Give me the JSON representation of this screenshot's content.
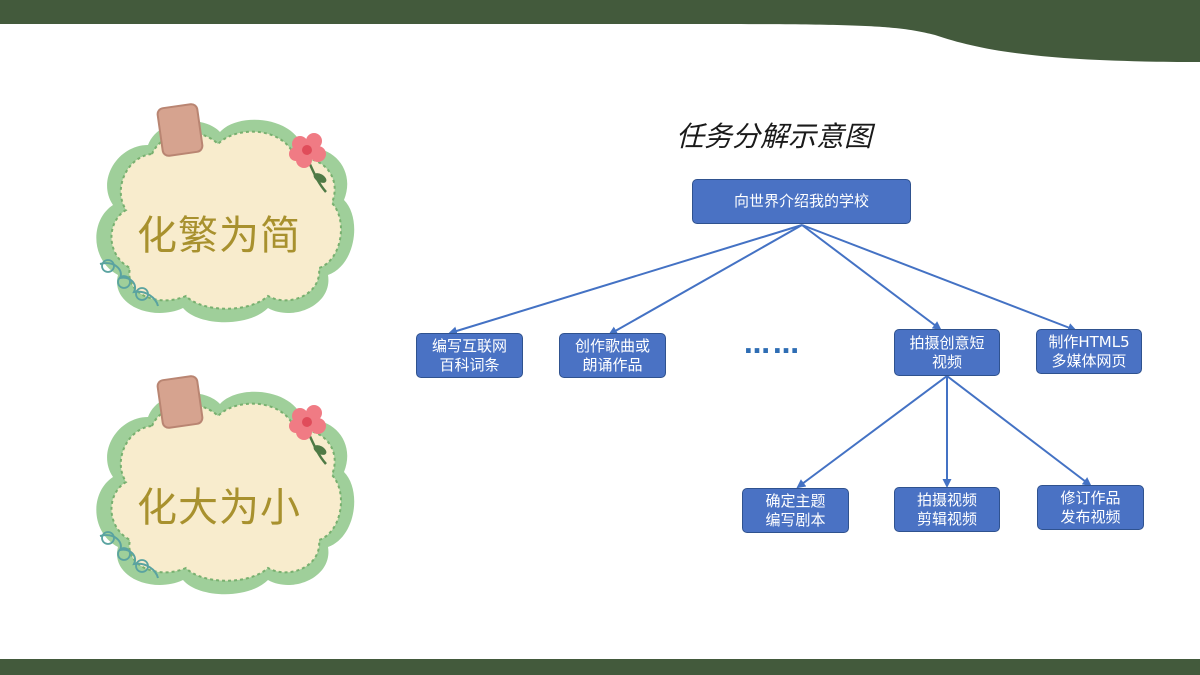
{
  "slide": {
    "accent_color": "#435a3c",
    "card_fill": "#f8eccd",
    "card_border": "#9fcf9a",
    "node_fill": "#4a72c4"
  },
  "cards": [
    {
      "label": "化繁为简"
    },
    {
      "label": "化大为小"
    }
  ],
  "diagram": {
    "title": "任务分解示意图",
    "root": "向世界介绍我的学校",
    "level1": [
      "编写互联网\n百科词条",
      "创作歌曲或\n朗诵作品",
      "拍摄创意短\n视频",
      "制作HTML5\n多媒体网页"
    ],
    "ellipsis": "……",
    "level2": [
      "确定主题\n编写剧本",
      "拍摄视频\n剪辑视频",
      "修订作品\n发布视频"
    ]
  }
}
